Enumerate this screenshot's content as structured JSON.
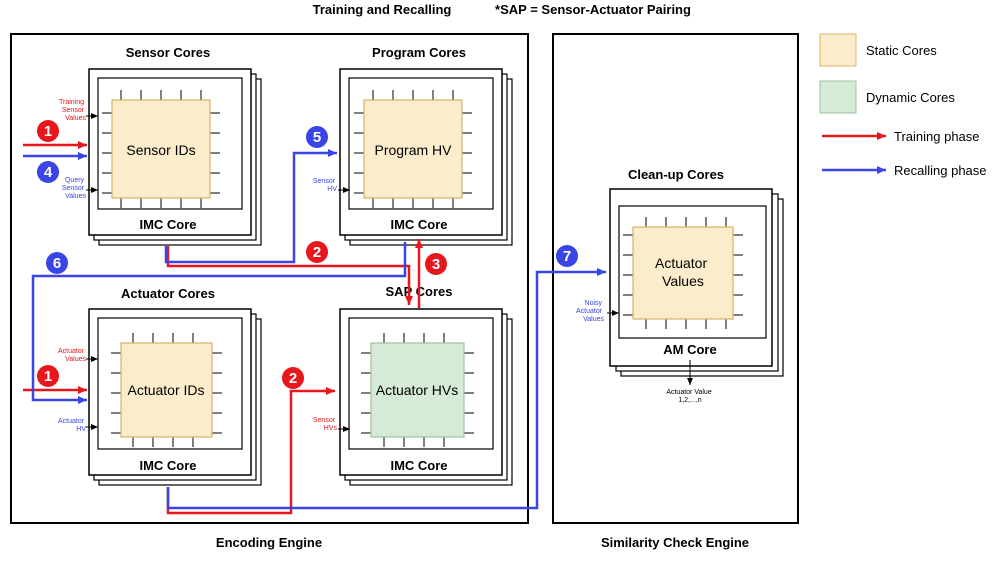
{
  "titles": {
    "top": "Training and Recalling",
    "note": "*SAP = Sensor-Actuator Pairing",
    "encoding": "Encoding Engine",
    "similarity": "Similarity Check Engine"
  },
  "legend": {
    "static": "Static Cores",
    "dynamic": "Dynamic Cores",
    "training": "Training phase",
    "recalling": "Recalling phase"
  },
  "colors": {
    "static_fill": "#fbeccb",
    "static_stroke": "#d7b46a",
    "dynamic_fill": "#d6ead8",
    "dynamic_stroke": "#9cc19f",
    "training": "#e8161d",
    "recalling": "#3a45e8"
  },
  "cores": {
    "sensor": {
      "group": "Sensor Cores",
      "inner": "Sensor IDs",
      "footer": "IMC Core",
      "in_top": [
        "Training",
        "Sensor",
        "Values"
      ],
      "in_bottom": [
        "Query",
        "Sensor",
        "Values"
      ]
    },
    "program": {
      "group": "Program Cores",
      "inner": "Program HV",
      "footer": "IMC Core",
      "in_label": [
        "Sensor",
        "HV"
      ]
    },
    "actuator": {
      "group": "Actuator Cores",
      "inner": "Actuator IDs",
      "footer": "IMC Core",
      "in_top": [
        "Actuator",
        "Values"
      ],
      "in_bottom": [
        "Actuator",
        "HV"
      ]
    },
    "sap": {
      "group": "SAP Cores",
      "inner": "Actuator HVs",
      "footer": "IMC Core",
      "in_label": [
        "Sensor",
        "HVs"
      ]
    },
    "cleanup": {
      "group": "Clean-up Cores",
      "inner": [
        "Actuator",
        "Values"
      ],
      "footer": "AM Core",
      "in_label": [
        "Noisy",
        "Actuator",
        "Values"
      ],
      "out_label": [
        "Actuator Value",
        "1,2,...,n"
      ]
    }
  },
  "steps": [
    "1",
    "1",
    "2",
    "2",
    "3",
    "4",
    "5",
    "6",
    "7"
  ]
}
